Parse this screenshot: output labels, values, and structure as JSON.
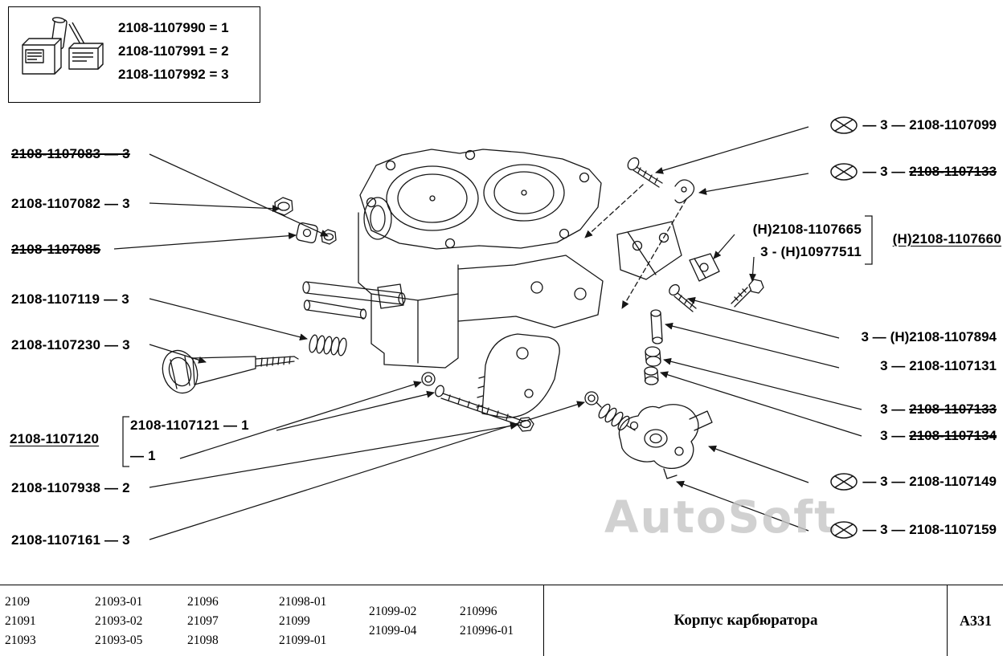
{
  "legend": {
    "lines": [
      "2108-1107990 = 1",
      "2108-1107991 = 2",
      "2108-1107992 = 3"
    ]
  },
  "left_labels": [
    {
      "text": "2108-1107083 — 3",
      "strike": true
    },
    {
      "text": "2108-1107082 — 3",
      "strike": false
    },
    {
      "text": "2108-1107085",
      "strike": true
    },
    {
      "text": "2108-1107119 — 3",
      "strike": false
    },
    {
      "text": "2108-1107230 — 3",
      "strike": false
    },
    {
      "text": "2108-1107938 — 2",
      "strike": false
    },
    {
      "text": "2108-1107161 — 3",
      "strike": false
    }
  ],
  "group_120": {
    "main": "2108-1107120",
    "row1": "2108-1107121 — 1",
    "row2": "— 1"
  },
  "right_labels": [
    {
      "sym": true,
      "prefix": "— 3 —",
      "code": "2108-1107099",
      "strike": false
    },
    {
      "sym": true,
      "prefix": "— 3 —",
      "code": "2108-1107133",
      "strike": true
    },
    {
      "sym": false,
      "prefix": "3 —",
      "code": "(H)2108-1107894",
      "strike": false
    },
    {
      "sym": false,
      "prefix": "3 —",
      "code": "2108-1107131",
      "strike": false
    },
    {
      "sym": false,
      "prefix": "3 —",
      "code": "2108-1107133",
      "strike": true
    },
    {
      "sym": false,
      "prefix": "3 —",
      "code": "2108-1107134",
      "strike": true
    },
    {
      "sym": true,
      "prefix": "— 3 —",
      "code": "2108-1107149",
      "strike": false
    },
    {
      "sym": true,
      "prefix": "— 3 —",
      "code": "2108-1107159",
      "strike": false
    }
  ],
  "h_group": {
    "line1": "(H)2108-1107665",
    "line2": "3 - (H)10977511",
    "side": "(H)2108-1107660"
  },
  "watermark": "AutoSoft",
  "footer": {
    "title": "Корпус карбюратора",
    "sheet": "А331",
    "columns": [
      [
        "2109",
        "21091",
        "21093"
      ],
      [
        "21093-01",
        "21093-02",
        "21093-05"
      ],
      [
        "21096",
        "21097",
        "21098"
      ],
      [
        "21098-01",
        "21099",
        "21099-01"
      ],
      [
        "21099-02",
        "21099-04"
      ],
      [
        "210996",
        "210996-01"
      ]
    ]
  }
}
